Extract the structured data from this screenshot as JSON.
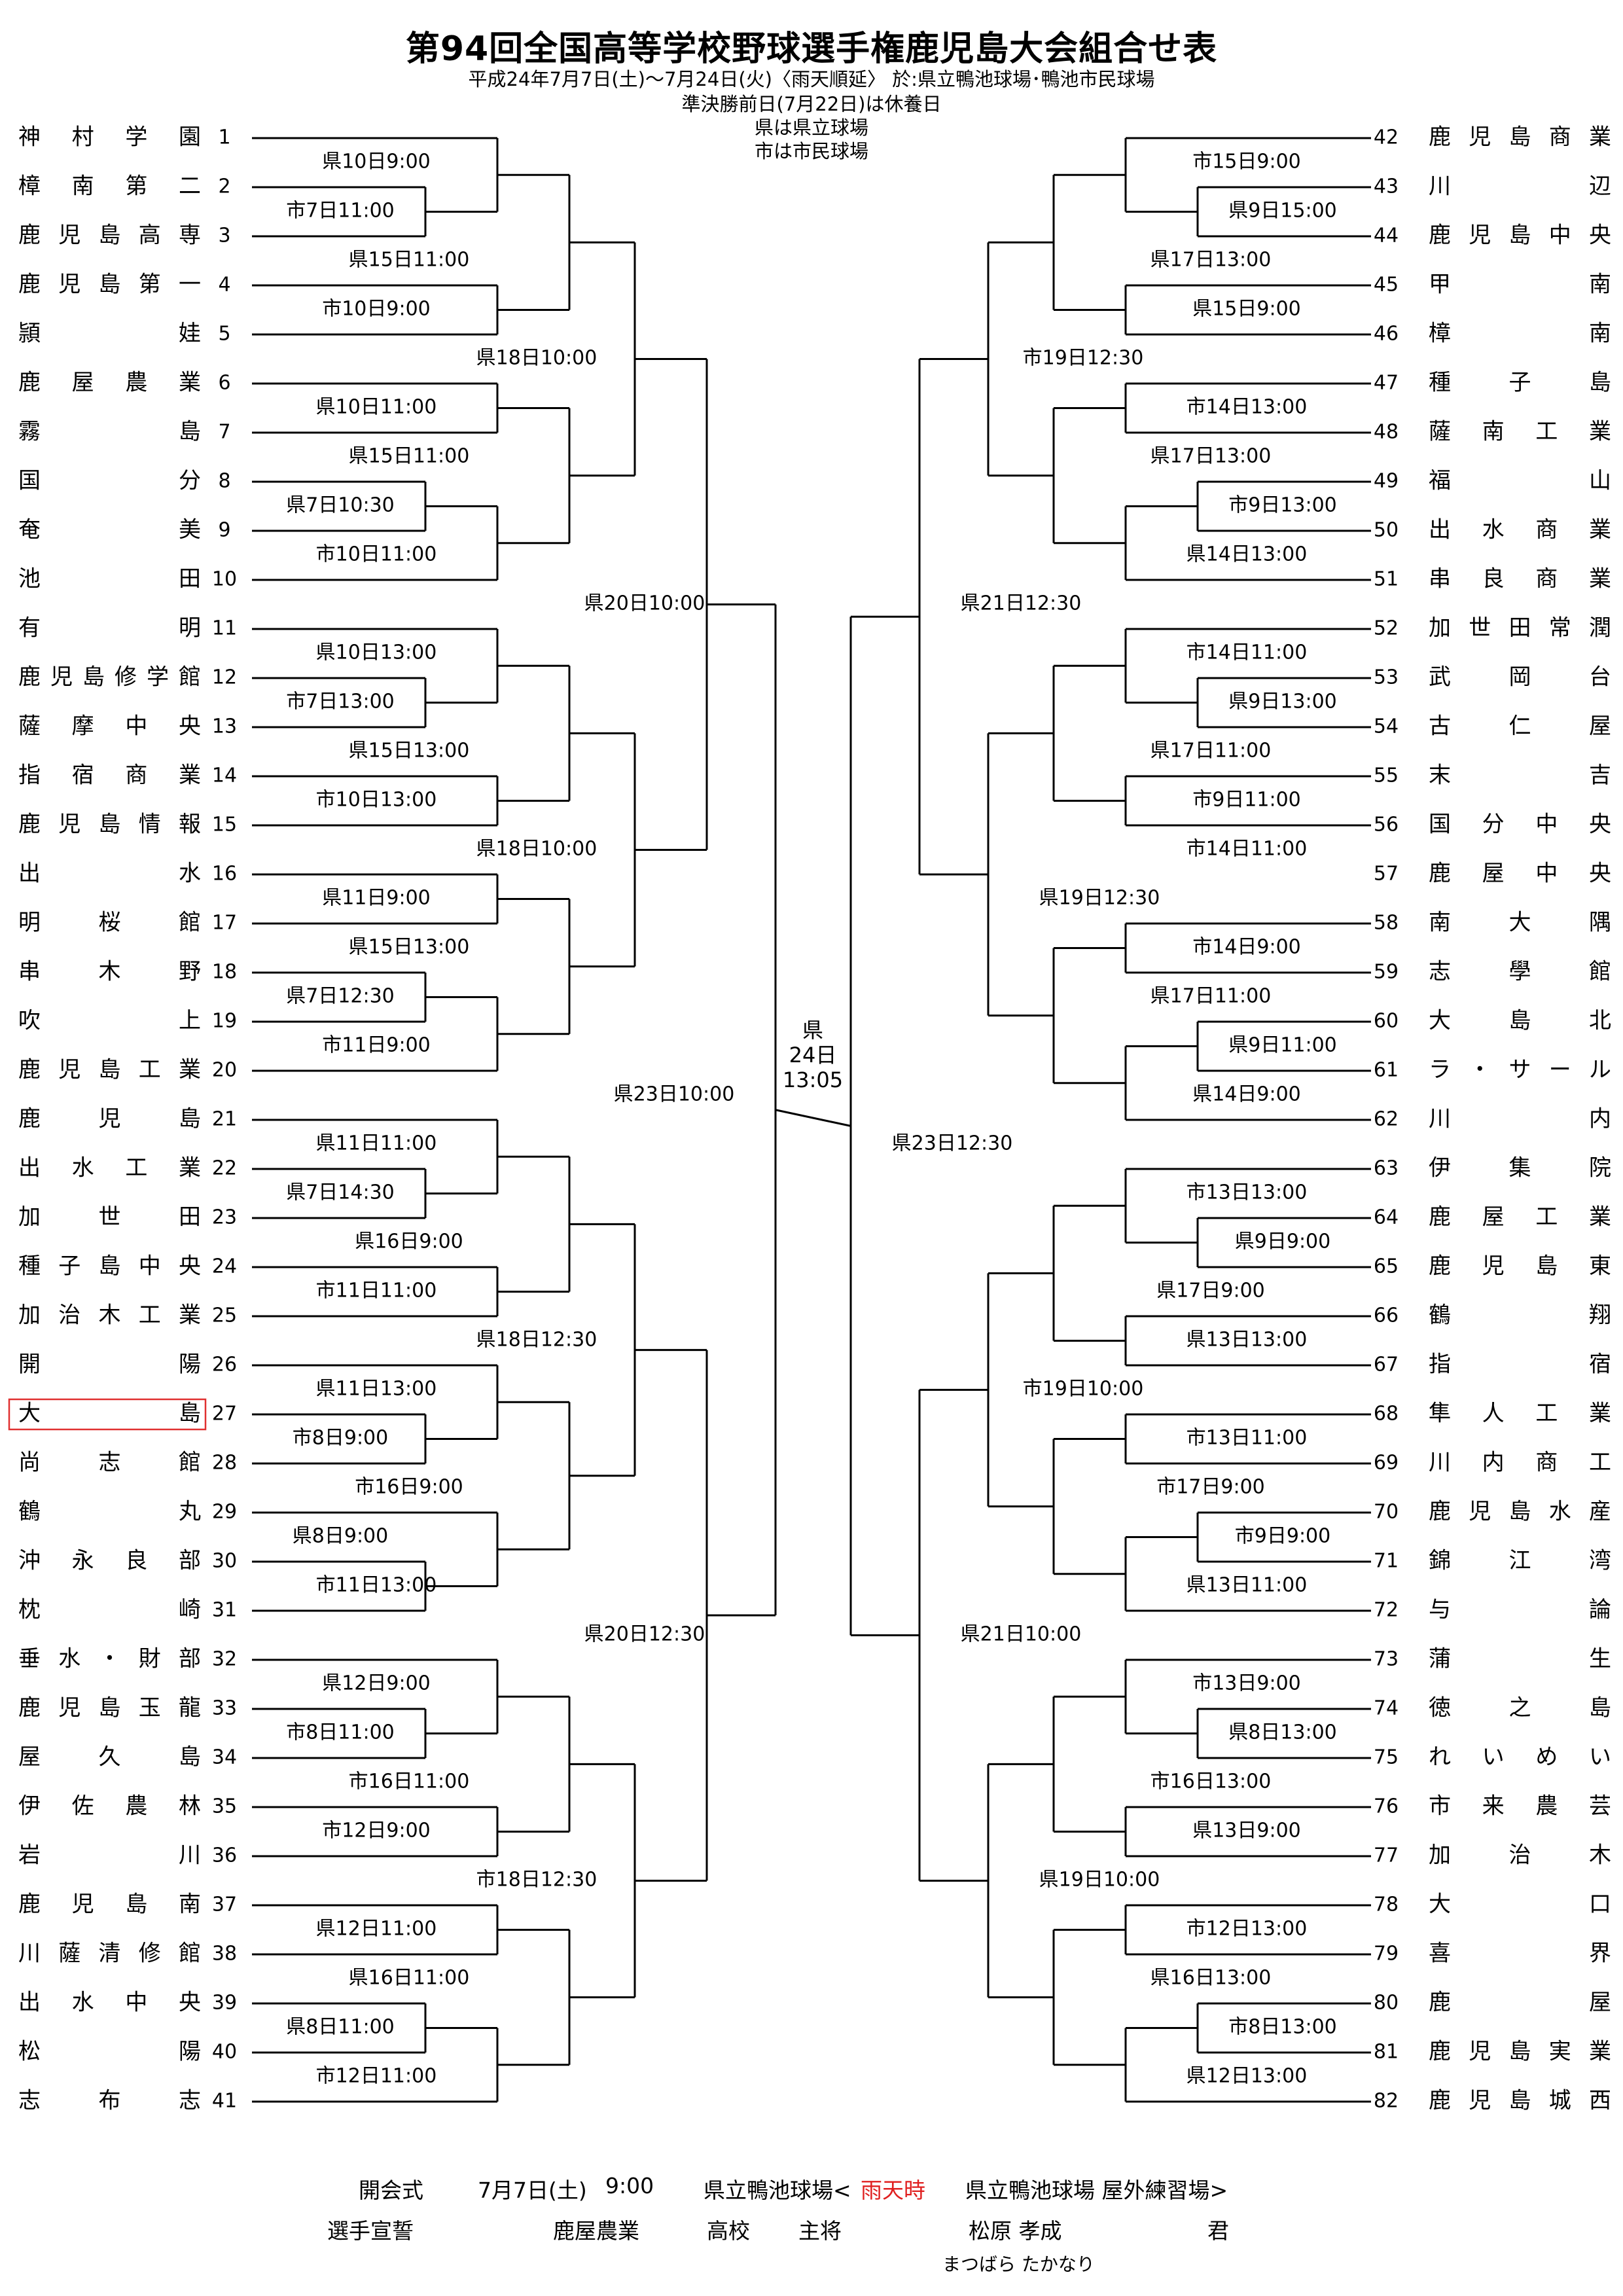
{
  "title": "第94回全国高等学校野球選手権鹿児島大会組合せ表",
  "header_lines": [
    "平成24年7月7日(土)～7月24日(火)〈雨天順延〉 於:県立鴨池球場･鴨池市民球場",
    "準決勝前日(7月22日)は休養日",
    "県は県立球場",
    "市は市民球場"
  ],
  "teams": [
    {
      "no": "1",
      "name": "神村学園"
    },
    {
      "no": "2",
      "name": "樟南第二"
    },
    {
      "no": "3",
      "name": "鹿児島高専"
    },
    {
      "no": "4",
      "name": "鹿児島第一"
    },
    {
      "no": "5",
      "name": "頴娃"
    },
    {
      "no": "6",
      "name": "鹿屋農業"
    },
    {
      "no": "7",
      "name": "霧島"
    },
    {
      "no": "8",
      "name": "国分"
    },
    {
      "no": "9",
      "name": "奄美"
    },
    {
      "no": "10",
      "name": "池田"
    },
    {
      "no": "11",
      "name": "有明"
    },
    {
      "no": "12",
      "name": "鹿児島修学館"
    },
    {
      "no": "13",
      "name": "薩摩中央"
    },
    {
      "no": "14",
      "name": "指宿商業"
    },
    {
      "no": "15",
      "name": "鹿児島情報"
    },
    {
      "no": "16",
      "name": "出水"
    },
    {
      "no": "17",
      "name": "明桜館"
    },
    {
      "no": "18",
      "name": "串木野"
    },
    {
      "no": "19",
      "name": "吹上"
    },
    {
      "no": "20",
      "name": "鹿児島工業"
    },
    {
      "no": "21",
      "name": "鹿児島"
    },
    {
      "no": "22",
      "name": "出水工業"
    },
    {
      "no": "23",
      "name": "加世田"
    },
    {
      "no": "24",
      "name": "種子島中央"
    },
    {
      "no": "25",
      "name": "加治木工業"
    },
    {
      "no": "26",
      "name": "開陽"
    },
    {
      "no": "27",
      "name": "大島"
    },
    {
      "no": "28",
      "name": "尚志館"
    },
    {
      "no": "29",
      "name": "鶴丸"
    },
    {
      "no": "30",
      "name": "沖永良部"
    },
    {
      "no": "31",
      "name": "枕崎"
    },
    {
      "no": "32",
      "name": "垂水・財部"
    },
    {
      "no": "33",
      "name": "鹿児島玉龍"
    },
    {
      "no": "34",
      "name": "屋久島"
    },
    {
      "no": "35",
      "name": "伊佐農林"
    },
    {
      "no": "36",
      "name": "岩川"
    },
    {
      "no": "37",
      "name": "鹿児島南"
    },
    {
      "no": "38",
      "name": "川薩清修館"
    },
    {
      "no": "39",
      "name": "出水中央"
    },
    {
      "no": "40",
      "name": "松陽"
    },
    {
      "no": "41",
      "name": "志布志"
    },
    {
      "no": "42",
      "name": "鹿児島商業"
    },
    {
      "no": "43",
      "name": "川辺"
    },
    {
      "no": "44",
      "name": "鹿児島中央"
    },
    {
      "no": "45",
      "name": "甲南"
    },
    {
      "no": "46",
      "name": "樟南"
    },
    {
      "no": "47",
      "name": "種子島"
    },
    {
      "no": "48",
      "name": "薩南工業"
    },
    {
      "no": "49",
      "name": "福山"
    },
    {
      "no": "50",
      "name": "出水商業"
    },
    {
      "no": "51",
      "name": "串良商業"
    },
    {
      "no": "52",
      "name": "加世田常潤"
    },
    {
      "no": "53",
      "name": "武岡台"
    },
    {
      "no": "54",
      "name": "古仁屋"
    },
    {
      "no": "55",
      "name": "末吉"
    },
    {
      "no": "56",
      "name": "国分中央"
    },
    {
      "no": "57",
      "name": "鹿屋中央"
    },
    {
      "no": "58",
      "name": "南大隅"
    },
    {
      "no": "59",
      "name": "志學館"
    },
    {
      "no": "60",
      "name": "大島北"
    },
    {
      "no": "61",
      "name": "ラ・サール"
    },
    {
      "no": "62",
      "name": "川内"
    },
    {
      "no": "63",
      "name": "伊集院"
    },
    {
      "no": "64",
      "name": "鹿屋工業"
    },
    {
      "no": "65",
      "name": "鹿児島東"
    },
    {
      "no": "66",
      "name": "鶴翔"
    },
    {
      "no": "67",
      "name": "指宿"
    },
    {
      "no": "68",
      "name": "隼人工業"
    },
    {
      "no": "69",
      "name": "川内商工"
    },
    {
      "no": "70",
      "name": "鹿児島水産"
    },
    {
      "no": "71",
      "name": "錦江湾"
    },
    {
      "no": "72",
      "name": "与論"
    },
    {
      "no": "73",
      "name": "蒲生"
    },
    {
      "no": "74",
      "name": "徳之島"
    },
    {
      "no": "75",
      "name": "れいめい"
    },
    {
      "no": "76",
      "name": "市来農芸"
    },
    {
      "no": "77",
      "name": "加治木"
    },
    {
      "no": "78",
      "name": "大口"
    },
    {
      "no": "79",
      "name": "喜界"
    },
    {
      "no": "80",
      "name": "鹿屋"
    },
    {
      "no": "81",
      "name": "鹿児島実業"
    },
    {
      "no": "82",
      "name": "鹿児島城西"
    }
  ],
  "highlighted_team": "大島",
  "highlight_color": "#e03030",
  "left_schedule": {
    "m1_2": "県10日9:00",
    "m3_4_5": "市7日11:00",
    "m4_5": "県15日11:00",
    "m_q1": "市10日9:00",
    "r1_5": "県18日10:00",
    "m6_7": "県10日11:00",
    "m8_10": "県15日11:00",
    "m8_9": "県7日10:30",
    "m8_10b": "市10日11:00",
    "r6_10": "県20日10:00",
    "m11_12": "県10日13:00",
    "m12_13": "市7日13:00",
    "m14_15": "県15日13:00",
    "m13_15": "市10日13:00",
    "r11_15": "県18日10:00",
    "m16_17": "県11日9:00",
    "m18_20": "県15日13:00",
    "m18_19": "県7日12:30",
    "m18_20b": "市11日9:00",
    "q_left_top": "県23日10:00",
    "m21_22": "県11日11:00",
    "m22_23": "県7日14:30",
    "m24_25": "県16日9:00",
    "m23_25": "市11日11:00",
    "r21_25": "県18日12:30",
    "m26_27": "県11日13:00",
    "m27_28": "市8日9:00",
    "m29_31": "市16日9:00",
    "m29_30": "県8日9:00",
    "m29_31b": "市11日13:00",
    "r26_31": "県20日12:30",
    "m32_33": "県12日9:00",
    "m33_34": "市8日11:00",
    "m35_36": "市16日11:00",
    "m34_36": "市12日9:00",
    "r32_36": "市18日12:30",
    "m37_38": "県12日11:00",
    "m39_41": "県16日11:00",
    "m39_40": "県8日11:00",
    "m39_41b": "市12日11:00"
  },
  "right_schedule": {
    "m42_43": "市15日9:00",
    "m43_44": "県9日15:00",
    "m45_46": "県17日13:00",
    "m44_46": "県15日9:00",
    "r42_46": "市19日12:30",
    "m47_48": "市14日13:00",
    "m48_51": "県17日13:00",
    "m49_50": "市9日13:00",
    "m49_51": "県14日13:00",
    "r42_51": "県21日12:30",
    "m52_53": "市14日11:00",
    "m53_54": "県9日13:00",
    "m55_57": "県17日11:00",
    "m55_56": "市9日11:00",
    "m55_57b": "市14日11:00",
    "r52_57": "県19日12:30",
    "m58_59": "市14日9:00",
    "m59_62": "県17日11:00",
    "m60_61": "県9日11:00",
    "m60_62": "県14日9:00",
    "q_right_top": "県23日12:30",
    "m63_64": "市13日13:00",
    "m64_65": "県9日9:00",
    "m66_67": "県17日9:00",
    "m65_67": "県13日13:00",
    "r63_67": "市19日10:00",
    "m68_69": "市13日11:00",
    "m69_72": "市17日9:00",
    "m70_71": "市9日9:00",
    "m70_72": "県13日11:00",
    "r63_72": "県21日10:00",
    "m73_74": "市13日9:00",
    "m74_75": "県8日13:00",
    "m76_77": "市16日13:00",
    "m75_77": "県13日9:00",
    "r73_77": "県19日10:00",
    "m78_79": "市12日13:00",
    "m80_82": "県16日13:00",
    "m80_81": "市8日13:00",
    "m80_82b": "県12日13:00"
  },
  "final": {
    "venue": "県",
    "day": "24日",
    "time": "13:05"
  },
  "footer": {
    "ceremony_label": "開会式",
    "ceremony_date": "7月7日(土)",
    "ceremony_time": "9:00",
    "ceremony_venue": "県立鴨池球場<",
    "rain_label": "雨天時",
    "rain_venue": "県立鴨池球場 屋外練習場>",
    "rain_color": "#e02020",
    "oath_label": "選手宣誓",
    "oath_school": "鹿屋農業",
    "oath_school_suffix": "高校",
    "oath_role": "主将",
    "oath_name": "松原 孝成",
    "oath_honorific": "君",
    "oath_reading": "まつばら たかなり"
  }
}
